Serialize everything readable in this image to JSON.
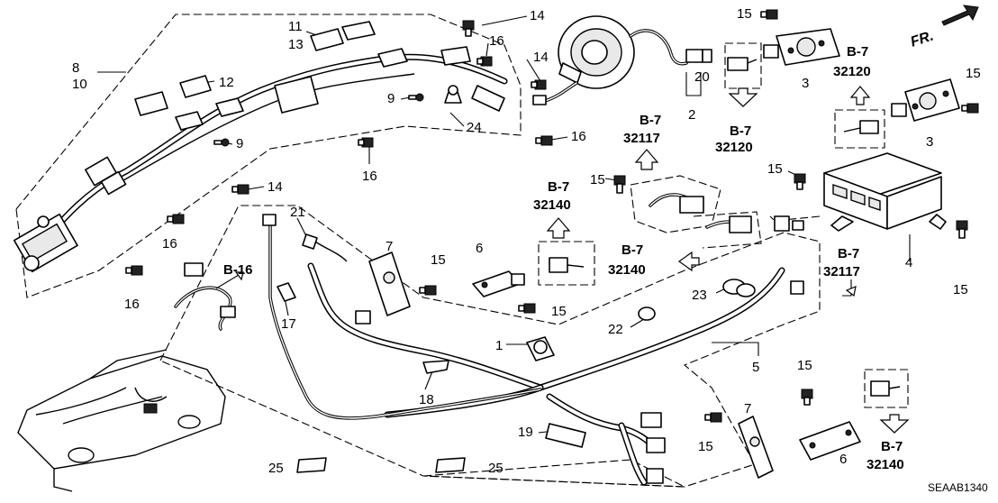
{
  "diagram_code": "SEAAB1340",
  "direction_label": "FR.",
  "part_numbers": {
    "p1": "1",
    "p2": "2",
    "p3a": "3",
    "p3b": "3",
    "p4": "4",
    "p5": "5",
    "p6a": "6",
    "p6b": "6",
    "p7a": "7",
    "p7b": "7",
    "p8": "8",
    "p10": "10",
    "p9a": "9",
    "p9b": "9",
    "p11": "11",
    "p12": "12",
    "p13": "13",
    "p14a": "14",
    "p14b": "14",
    "p14c": "14",
    "p15a": "15",
    "p15b": "15",
    "p15c": "15",
    "p15d": "15",
    "p15e": "15",
    "p15f": "15",
    "p15g": "15",
    "p15h": "15",
    "p15i": "15",
    "p16a": "16",
    "p16b": "16",
    "p16c": "16",
    "p16d": "16",
    "p16e": "16",
    "p17": "17",
    "p18": "18",
    "p19": "19",
    "p20": "20",
    "p21": "21",
    "p22": "22",
    "p23": "23",
    "p24": "24",
    "p25a": "25",
    "p25b": "25"
  },
  "references": [
    {
      "section": "B-7",
      "code": "32120"
    },
    {
      "section": "B-7",
      "code": "32120"
    },
    {
      "section": "B-7",
      "code": "32117"
    },
    {
      "section": "B-7",
      "code": "32140"
    },
    {
      "section": "B-7",
      "code": "32140"
    },
    {
      "section": "B-7",
      "code": "32117"
    },
    {
      "section": "B-7",
      "code": "32140"
    },
    {
      "section": "B-16",
      "code": ""
    }
  ]
}
